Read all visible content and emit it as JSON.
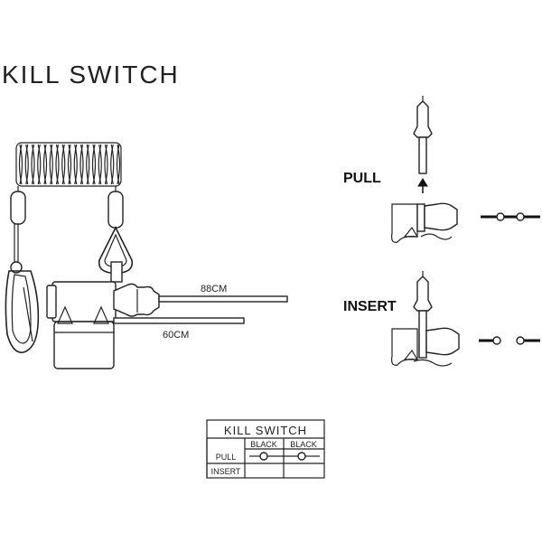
{
  "title": "KILL SWITCH",
  "dimensions": {
    "long_cord": "88CM",
    "short_cord": "60CM"
  },
  "states": {
    "pull": "PULL",
    "insert": "INSERT"
  },
  "table": {
    "title": "KILL SWITCH",
    "columns": [
      "BLACK",
      "BLACK"
    ],
    "rows": [
      "PULL",
      "INSERT"
    ]
  }
}
